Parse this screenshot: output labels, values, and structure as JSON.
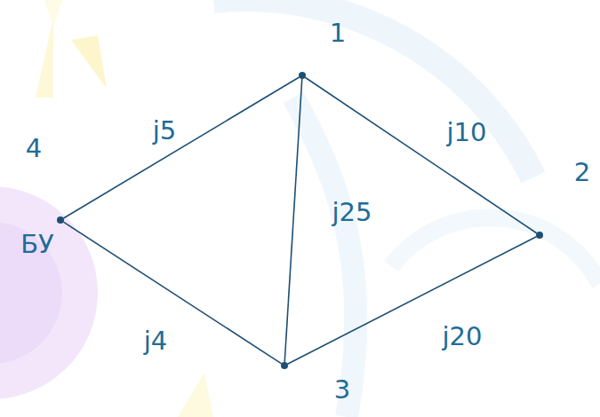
{
  "diagram": {
    "nodes": [
      {
        "text": [
          "1"
        ]
      },
      {
        "text": [
          "4",
          "БУ"
        ]
      },
      {
        "text": [
          "2"
        ]
      },
      {
        "text": [
          "3"
        ]
      }
    ],
    "edges": [
      {
        "from": 1,
        "to": 0,
        "arrow": "none",
        "label": "j5"
      },
      {
        "from": 0,
        "to": 2,
        "arrow": "none",
        "label": "j10"
      },
      {
        "from": 0,
        "to": 3,
        "arrow": "none",
        "label": "j25"
      },
      {
        "from": 1,
        "to": 3,
        "arrow": "none",
        "label": "j4"
      },
      {
        "from": 3,
        "to": 2,
        "arrow": "none",
        "label": "j20"
      }
    ]
  }
}
